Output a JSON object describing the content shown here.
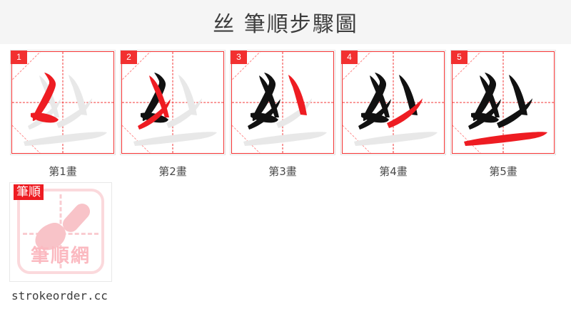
{
  "header": {
    "title": "丝 筆順步驟圖",
    "character": "丝",
    "title_suffix": "筆順步驟圖"
  },
  "strokes": [
    {
      "badge": "1",
      "caption": "第1畫",
      "index": 1
    },
    {
      "badge": "2",
      "caption": "第2畫",
      "index": 2
    },
    {
      "badge": "3",
      "caption": "第3畫",
      "index": 3
    },
    {
      "badge": "4",
      "caption": "第4畫",
      "index": 4
    },
    {
      "badge": "5",
      "caption": "第5畫",
      "index": 5
    }
  ],
  "logo": {
    "badge": "筆順",
    "text": "筆順網",
    "icon": "brush-icon"
  },
  "footer": {
    "site": "strokeorder.cc"
  },
  "colors": {
    "header_bg": "#f5f5f5",
    "grid_border": "#f23030",
    "guide_line": "#f23030",
    "badge_bg": "#f23030",
    "active_stroke": "#ee1c22",
    "done_stroke": "#111111",
    "ghost_stroke": "#e8e8e8",
    "caption_text": "#4a4a4a",
    "logo_pink": "#fbb9c0",
    "logo_badge_bg": "#ee1c22"
  }
}
